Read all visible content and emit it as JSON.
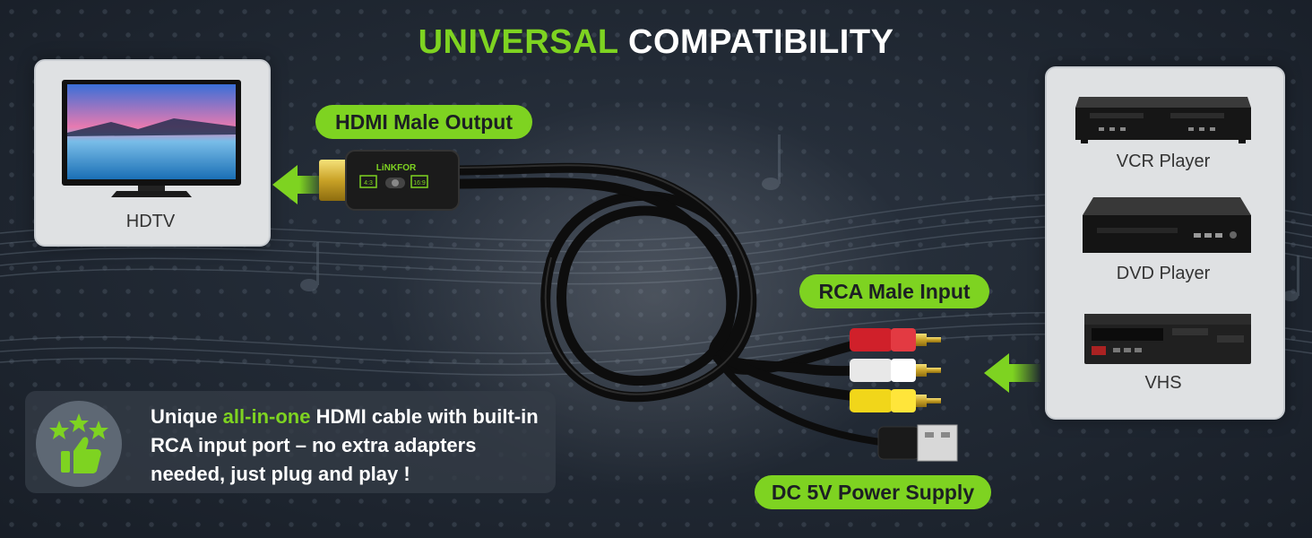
{
  "title": {
    "highlight": "UNIVERSAL",
    "rest": "COMPATIBILITY"
  },
  "labels": {
    "hdmi_output": "HDMI Male Output",
    "rca_input": "RCA Male Input",
    "power": "DC 5V Power Supply"
  },
  "hdtv": {
    "label": "HDTV"
  },
  "devices": [
    {
      "label": "VCR Player"
    },
    {
      "label": "DVD Player"
    },
    {
      "label": "VHS"
    }
  ],
  "connector": {
    "brand": "LiNKFOR",
    "ratio_left": "4:3",
    "ratio_right": "16:9"
  },
  "info": {
    "pre": "Unique ",
    "highlight": "all-in-one",
    "post": " HDMI cable with built-in RCA input port – no extra adapters needed, just plug and play !"
  },
  "colors": {
    "accent": "#7ed321",
    "rca_red": "#d0202a",
    "rca_white": "#e8e8e8",
    "rca_yellow": "#f1d61a"
  },
  "icons": [
    "arrow-left-icon",
    "stars-thumbs-up-icon"
  ]
}
